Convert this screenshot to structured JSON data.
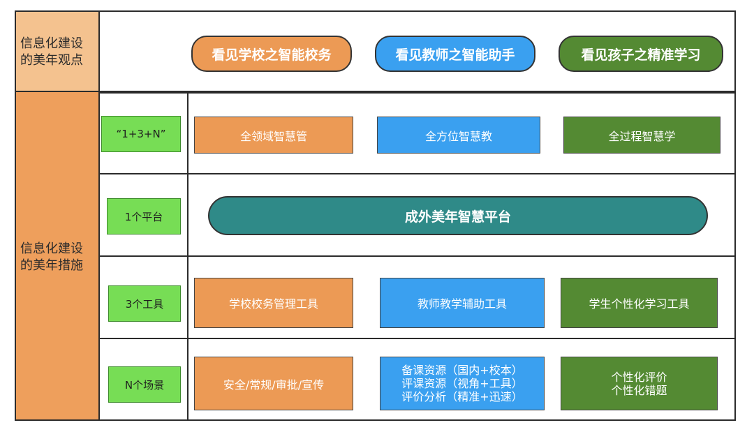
{
  "header": {
    "left_lines": [
      "信息化建设",
      "的美年观点"
    ],
    "pills": [
      {
        "label": "看见学校之智能校务",
        "color": "#ec9a55"
      },
      {
        "label": "看见教师之智能助手",
        "color": "#3aa0f0"
      },
      {
        "label": "看见孩子之精准学习",
        "color": "#548a33"
      }
    ]
  },
  "measures": {
    "left_lines": [
      "信息化建设",
      "的美年措施"
    ],
    "rows": [
      {
        "tag": "“1+3+N”",
        "boxes": [
          "全领域智慧管",
          "全方位智慧教",
          "全过程智慧学"
        ]
      },
      {
        "tag": "1个平台",
        "platform": "成外美年智慧平台"
      },
      {
        "tag": "3个工具",
        "boxes": [
          "学校校务管理工具",
          "教师教学辅助工具",
          "学生个性化学习工具"
        ]
      },
      {
        "tag": "N个场景",
        "box1": "安全/常规/审批/宣传",
        "box2": [
          "备课资源（国内+校本）",
          "评课资源（视角+工具）",
          "评价分析（精准+迅速）"
        ],
        "box3": [
          "个性化评价",
          "个性化错题"
        ]
      }
    ]
  },
  "colors": {
    "orange": "#ec9a55",
    "blue": "#3aa0f0",
    "green": "#548a33",
    "teal": "#2f8a88",
    "tag_green": "#77dd55"
  }
}
